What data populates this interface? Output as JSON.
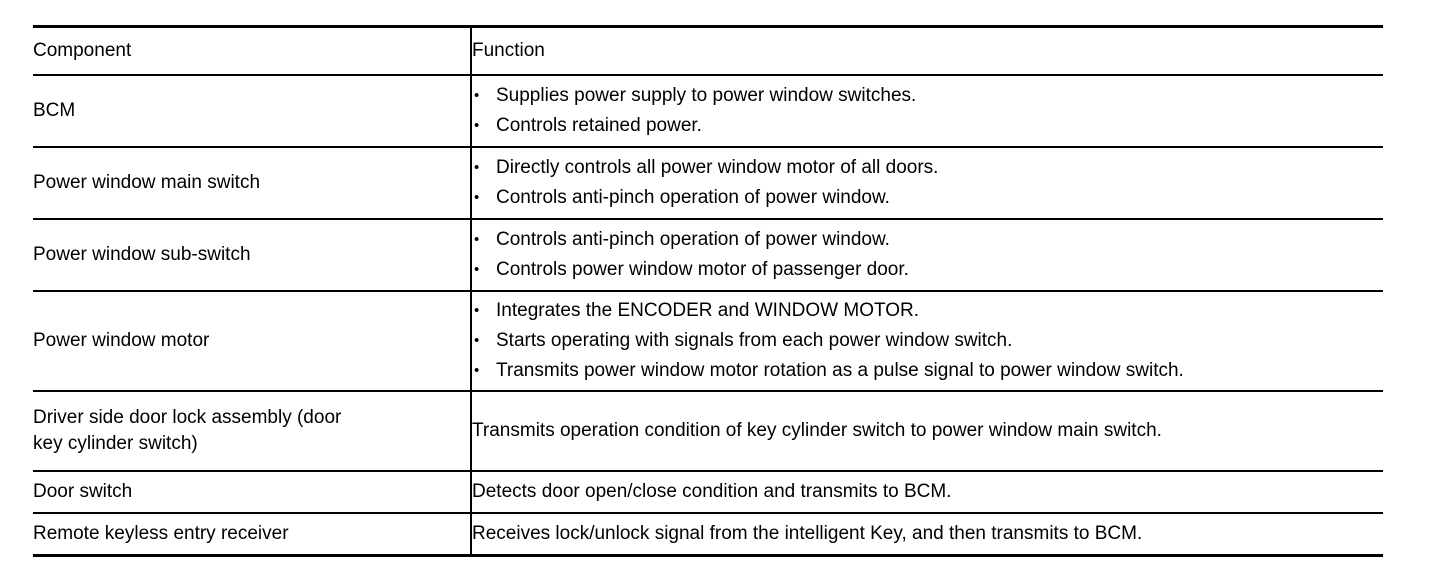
{
  "table": {
    "headers": {
      "component": "Component",
      "function": "Function"
    },
    "rows": [
      {
        "component": "BCM",
        "function_type": "bullets",
        "function_items": [
          "Supplies power supply to power window switches.",
          "Controls retained power."
        ]
      },
      {
        "component": "Power window main switch",
        "function_type": "bullets",
        "function_items": [
          "Directly controls all power window motor of all doors.",
          "Controls anti-pinch operation of power window."
        ]
      },
      {
        "component": "Power window sub-switch",
        "function_type": "bullets",
        "function_items": [
          "Controls anti-pinch operation of power window.",
          "Controls power window motor of passenger door."
        ]
      },
      {
        "component": "Power window motor",
        "function_type": "bullets",
        "function_items": [
          "Integrates the ENCODER and WINDOW MOTOR.",
          "Starts operating with signals from each power window switch.",
          "Transmits power window motor rotation as a pulse signal to power window switch."
        ]
      },
      {
        "component_line1": "Driver side door lock assembly (door",
        "component_line2": "key cylinder switch)",
        "function_type": "text",
        "function_text": "Transmits operation condition of key cylinder switch to power window main switch."
      },
      {
        "component": "Door switch",
        "function_type": "text",
        "function_text": "Detects door open/close condition and transmits to BCM."
      },
      {
        "component": "Remote keyless entry receiver",
        "function_type": "text",
        "function_text": "Receives lock/unlock signal from the intelligent Key, and then transmits to BCM."
      }
    ]
  },
  "colors": {
    "rule": "#000000",
    "text": "#000000",
    "background": "#ffffff"
  }
}
